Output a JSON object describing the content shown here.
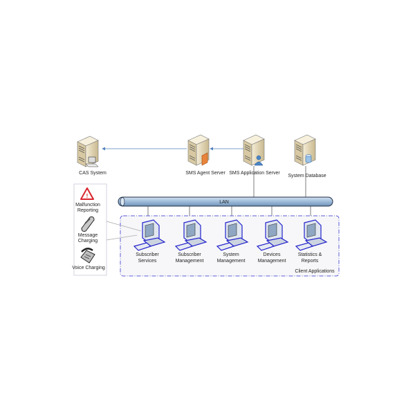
{
  "servers": {
    "cas": "CAS System",
    "agent": "SMS Agent Server",
    "app": "SMS Application Server",
    "db": "System Database"
  },
  "lan": "LAN",
  "left_panel": {
    "malfunction": [
      "Malfunction",
      "Reporting"
    ],
    "message": [
      "Message",
      "Charging"
    ],
    "voice": "Voice Charging"
  },
  "clients": [
    [
      "Subscriber",
      "Services"
    ],
    [
      "Subscriber",
      "Management"
    ],
    [
      "System",
      "Management"
    ],
    [
      "Devices",
      "Management"
    ],
    [
      "Statistics &",
      "Reports"
    ]
  ],
  "client_group_label": "Client Applications",
  "colors": {
    "lan": "#a9c4de",
    "server": "#e8dcc0",
    "client_outline": "#3333cc",
    "arrow": "#4f81bd",
    "alert": "#d9232d"
  }
}
